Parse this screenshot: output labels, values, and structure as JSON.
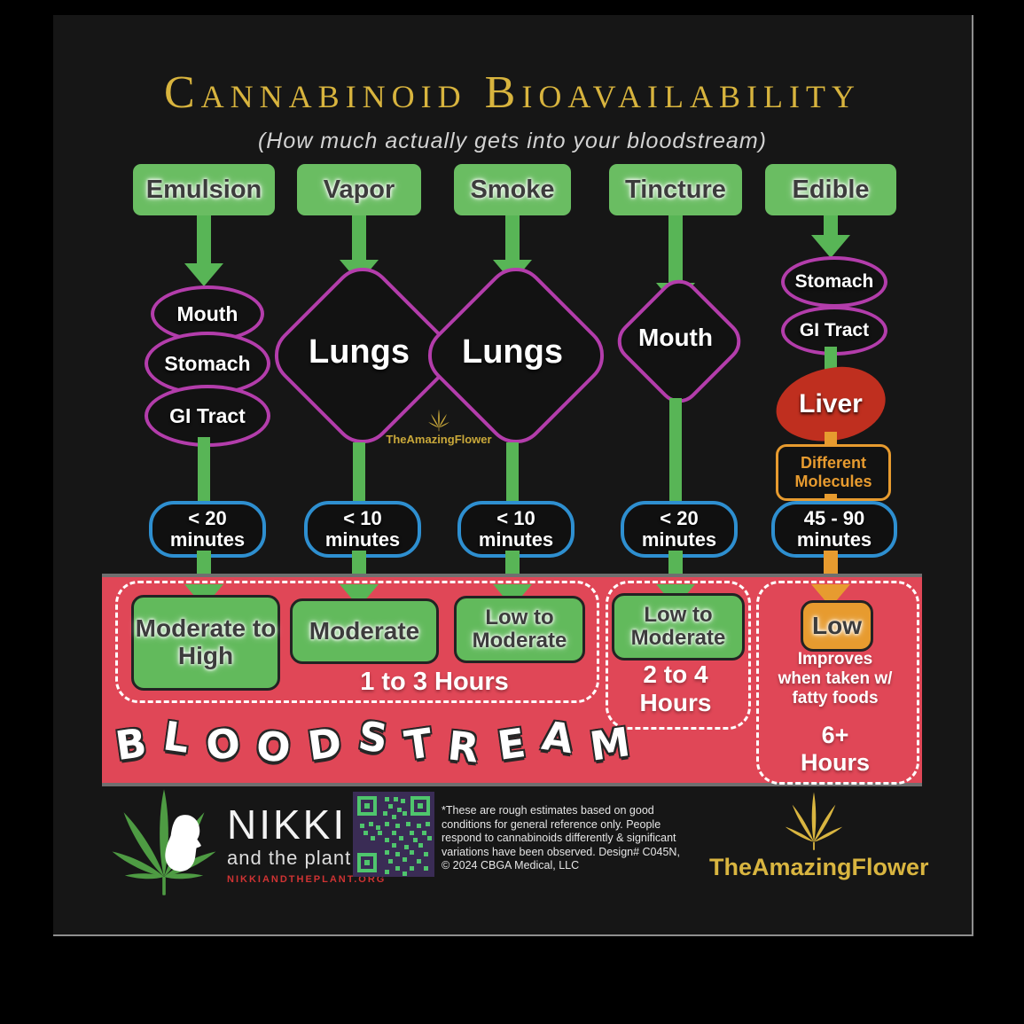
{
  "title": "Cannabinoid Bioavailability",
  "subtitle": "(How much actually gets into your bloodstream)",
  "columns": [
    {
      "label": "Emulsion",
      "organs": [
        "Mouth",
        "Stomach",
        "GI Tract"
      ],
      "time": "< 20\nminutes",
      "result": "Moderate to High"
    },
    {
      "label": "Vapor",
      "organs": [
        "Lungs"
      ],
      "time": "< 10\nminutes",
      "result": "Moderate"
    },
    {
      "label": "Smoke",
      "organs": [
        "Lungs"
      ],
      "time": "< 10\nminutes",
      "result": "Low to Moderate"
    },
    {
      "label": "Tincture",
      "organs": [
        "Mouth"
      ],
      "time": "< 20\nminutes",
      "result": "Low to Moderate",
      "duration": "2 to 4\nHours"
    },
    {
      "label": "Edible",
      "organs": [
        "Stomach",
        "GI Tract"
      ],
      "liver": "Liver",
      "molecules": "Different\nMolecules",
      "time": "45 - 90\nminutes",
      "result": "Low",
      "note": "Improves\nwhen taken w/\nfatty foods",
      "duration": "6+\nHours"
    }
  ],
  "group_duration": "1 to 3 Hours",
  "bloodstream_letters": [
    "B",
    "L",
    "O",
    "O",
    "D",
    "S",
    "T",
    "R",
    "E",
    "A",
    "M"
  ],
  "watermark": "TheAmazingFlower",
  "footer": {
    "nikki_name": "NIKKI",
    "nikki_tagline": "and the plant",
    "nikki_url": "NIKKIANDTHEPLANT.ORG",
    "disclaimer_lines": [
      "*These are rough estimates based on good",
      "conditions for general reference only. People",
      "respond to cannabinoids differently & significant",
      "variations have been observed. Design# C045N,",
      "© 2024 CBGA Medical, LLC"
    ],
    "brand": "TheAmazingFlower"
  },
  "colors": {
    "green": "#5fb85c",
    "magenta": "#b33dab",
    "blue": "#2e8fd0",
    "red_band": "#e04757",
    "orange": "#e79b2f",
    "gold": "#d9b540",
    "liver": "#bf2f1f"
  }
}
